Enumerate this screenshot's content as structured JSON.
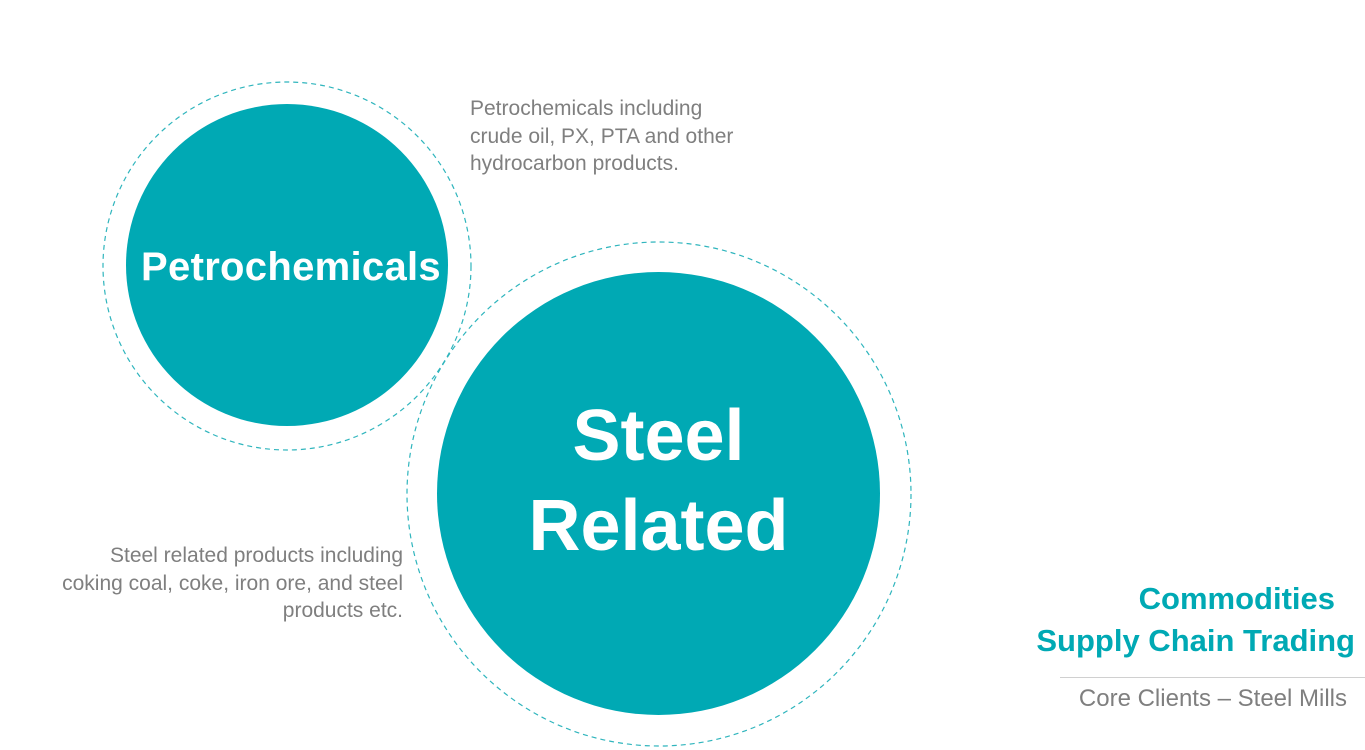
{
  "colors": {
    "accent": "#00A9B4",
    "ring": "#2FB5BD",
    "text_gray": "#7F7F7F",
    "white": "#FFFFFF"
  },
  "circles": {
    "petrochemicals": {
      "label": "Petrochemicals",
      "description": "Petrochemicals including crude oil, PX, PTA and other hydrocarbon products."
    },
    "steel": {
      "label_line1": "Steel",
      "label_line2": "Related",
      "description": "Steel related products including coking coal, coke,  iron ore, and steel products etc."
    }
  },
  "side": {
    "title_line1": "Commodities",
    "title_line2": "Supply Chain Trading",
    "subtitle": "Core Clients – Steel Mills"
  }
}
